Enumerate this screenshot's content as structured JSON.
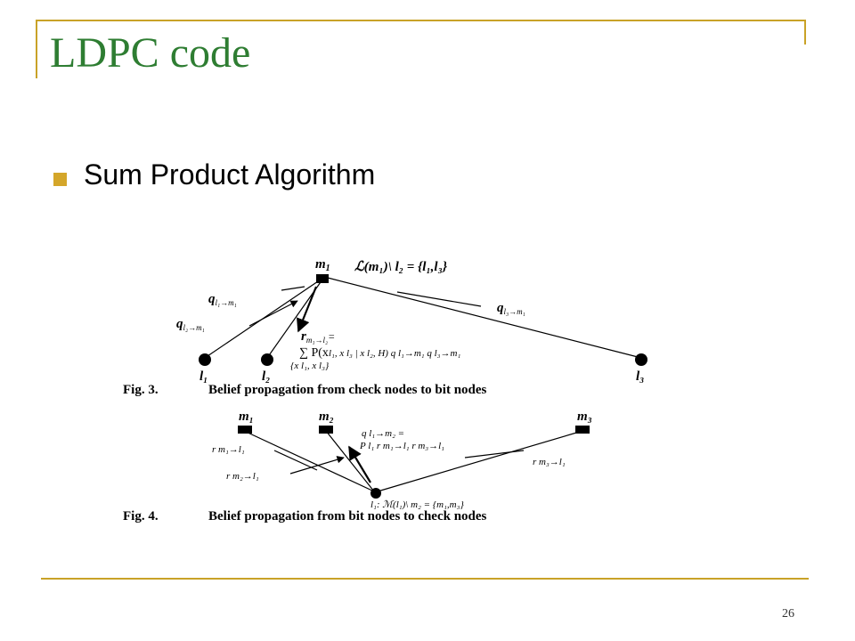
{
  "slide": {
    "title": "LDPC code",
    "bullet": "Sum Product Algorithm",
    "page_number": "26"
  },
  "fig3": {
    "check_node": "m",
    "check_node_sub": "1",
    "check_set": "ℒ(m₁)\\ l₂ = {l₁,l₃}",
    "msg_q_l1": "q",
    "msg_q_l1_sub": "l₁→m₁",
    "msg_q_l2": "q",
    "msg_q_l2_sub": "l₂→m₁",
    "msg_q_l3": "q",
    "msg_q_l3_sub": "l₃→m₁",
    "msg_r": "r",
    "msg_r_sub": "m₁→l₂",
    "msg_r_eq": "=",
    "sum_expr": "∑ P(x",
    "sum_expr_rest": "l₁, x l₃ | x l₂, H) q l₁→m₁ q l₃→m₁",
    "sum_index": "{x l₁, x l₃}",
    "bit_l1": "l₁",
    "bit_l2": "l₂",
    "bit_l3": "l₃",
    "caption_label": "Fig. 3.",
    "caption_text": "Belief propagation from check nodes to bit nodes"
  },
  "fig4": {
    "check_m1": "m₁",
    "check_m2": "m₂",
    "check_m3": "m₃",
    "msg_q": "q l₁→m₂ =",
    "msg_p": "P l₁ r m₁→l₁ r m₃→l₁",
    "msg_r1": "r m₁→l₁",
    "msg_r2": "r m₂→l₁",
    "msg_r3": "r m₃→l₁",
    "bit_set": "l₁: ℳ(l₁)\\ m₂ = {m₁,m₃}",
    "caption_label": "Fig. 4.",
    "caption_text": "Belief propagation from bit nodes to check nodes"
  },
  "colors": {
    "frame": "#c9a227",
    "title": "#2e7d32",
    "bullet": "#d4a62a"
  }
}
